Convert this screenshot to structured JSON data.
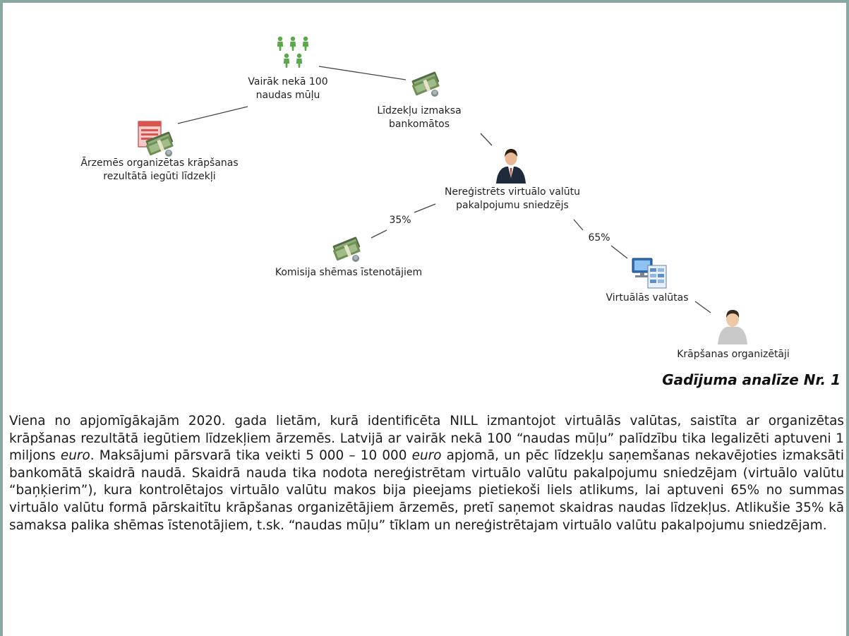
{
  "diagram": {
    "nodes": {
      "mules": {
        "icon": "people-group-icon",
        "line1": "Vairāk nekā 100",
        "line2": "naudas mūļu"
      },
      "foreign_funds": {
        "icon": "document-money-icon",
        "line1": "Ārzemēs organizētas krāpšanas",
        "line2": "rezultātā iegūti līdzekļi"
      },
      "atm_withdrawal": {
        "icon": "money-bundle-icon",
        "line1": "Līdzekļu izmaksa",
        "line2": "bankomātos"
      },
      "unregistered_provider": {
        "icon": "businessman-icon",
        "line1": "Nereģistrēts virtuālo valūtu",
        "line2": "pakalpojumu sniedzējs"
      },
      "commission": {
        "icon": "money-bundle-icon",
        "line1": "Komisija shēmas īstenotājiem"
      },
      "virtual_currency": {
        "icon": "computer-icon",
        "line1": "Virtuālās valūtas"
      },
      "organizers": {
        "icon": "person-icon",
        "line1": "Krāpšanas organizētāji"
      }
    },
    "edge_labels": {
      "commission_share": "35%",
      "virtual_share": "65%"
    }
  },
  "caption": "Gadījuma analīze Nr. 1",
  "body": {
    "p1": "Viena no apjomīgākajām 2020. gada lietām, kurā identificēta NILL izmantojot virtuālās valūtas, saistīta ar organizētas krāpšanas rezultātā iegūtiem līdzekļiem ārzemēs. Latvijā ar vairāk nekā 100 “naudas mūļu” palīdzību tika legalizēti aptuveni 1 miljons ",
    "euro1": "euro",
    "p2": ". Maksājumi pārsvarā tika veikti 5 000 – 10 000 ",
    "euro2": "euro",
    "p3": " apjomā, un pēc līdzekļu saņemšanas nekavējoties izmaksāti bankomātā skaidrā naudā. Skaidrā nauda tika nodota nereģistrētam virtuālo valūtu pakalpojumu sniedzējam (virtuālo valūtu “baņķierim”), kura kontrolētajos virtuālo valūtu makos bija pieejams pietiekoši liels atlikums, lai aptuveni 65% no summas virtuālo valūtu formā pārskaitītu krāpšanas organizētājiem ārzemēs, pretī saņemot skaidras naudas līdzekļus. Atlikušie 35% kā samaksa palika shēmas īstenotājiem, t.sk. “naudas mūļu” tīklam un nereģistrētajam virtuālo valūtu pakalpojumu sniedzējam."
  },
  "colors": {
    "frame": "#8aa8a2",
    "people": "#5aa84a",
    "money": "#6f8f55",
    "document": "#d9534f",
    "suit": "#1f2b3a",
    "tie": "#c0392b",
    "monitor": "#2f6fb5"
  }
}
